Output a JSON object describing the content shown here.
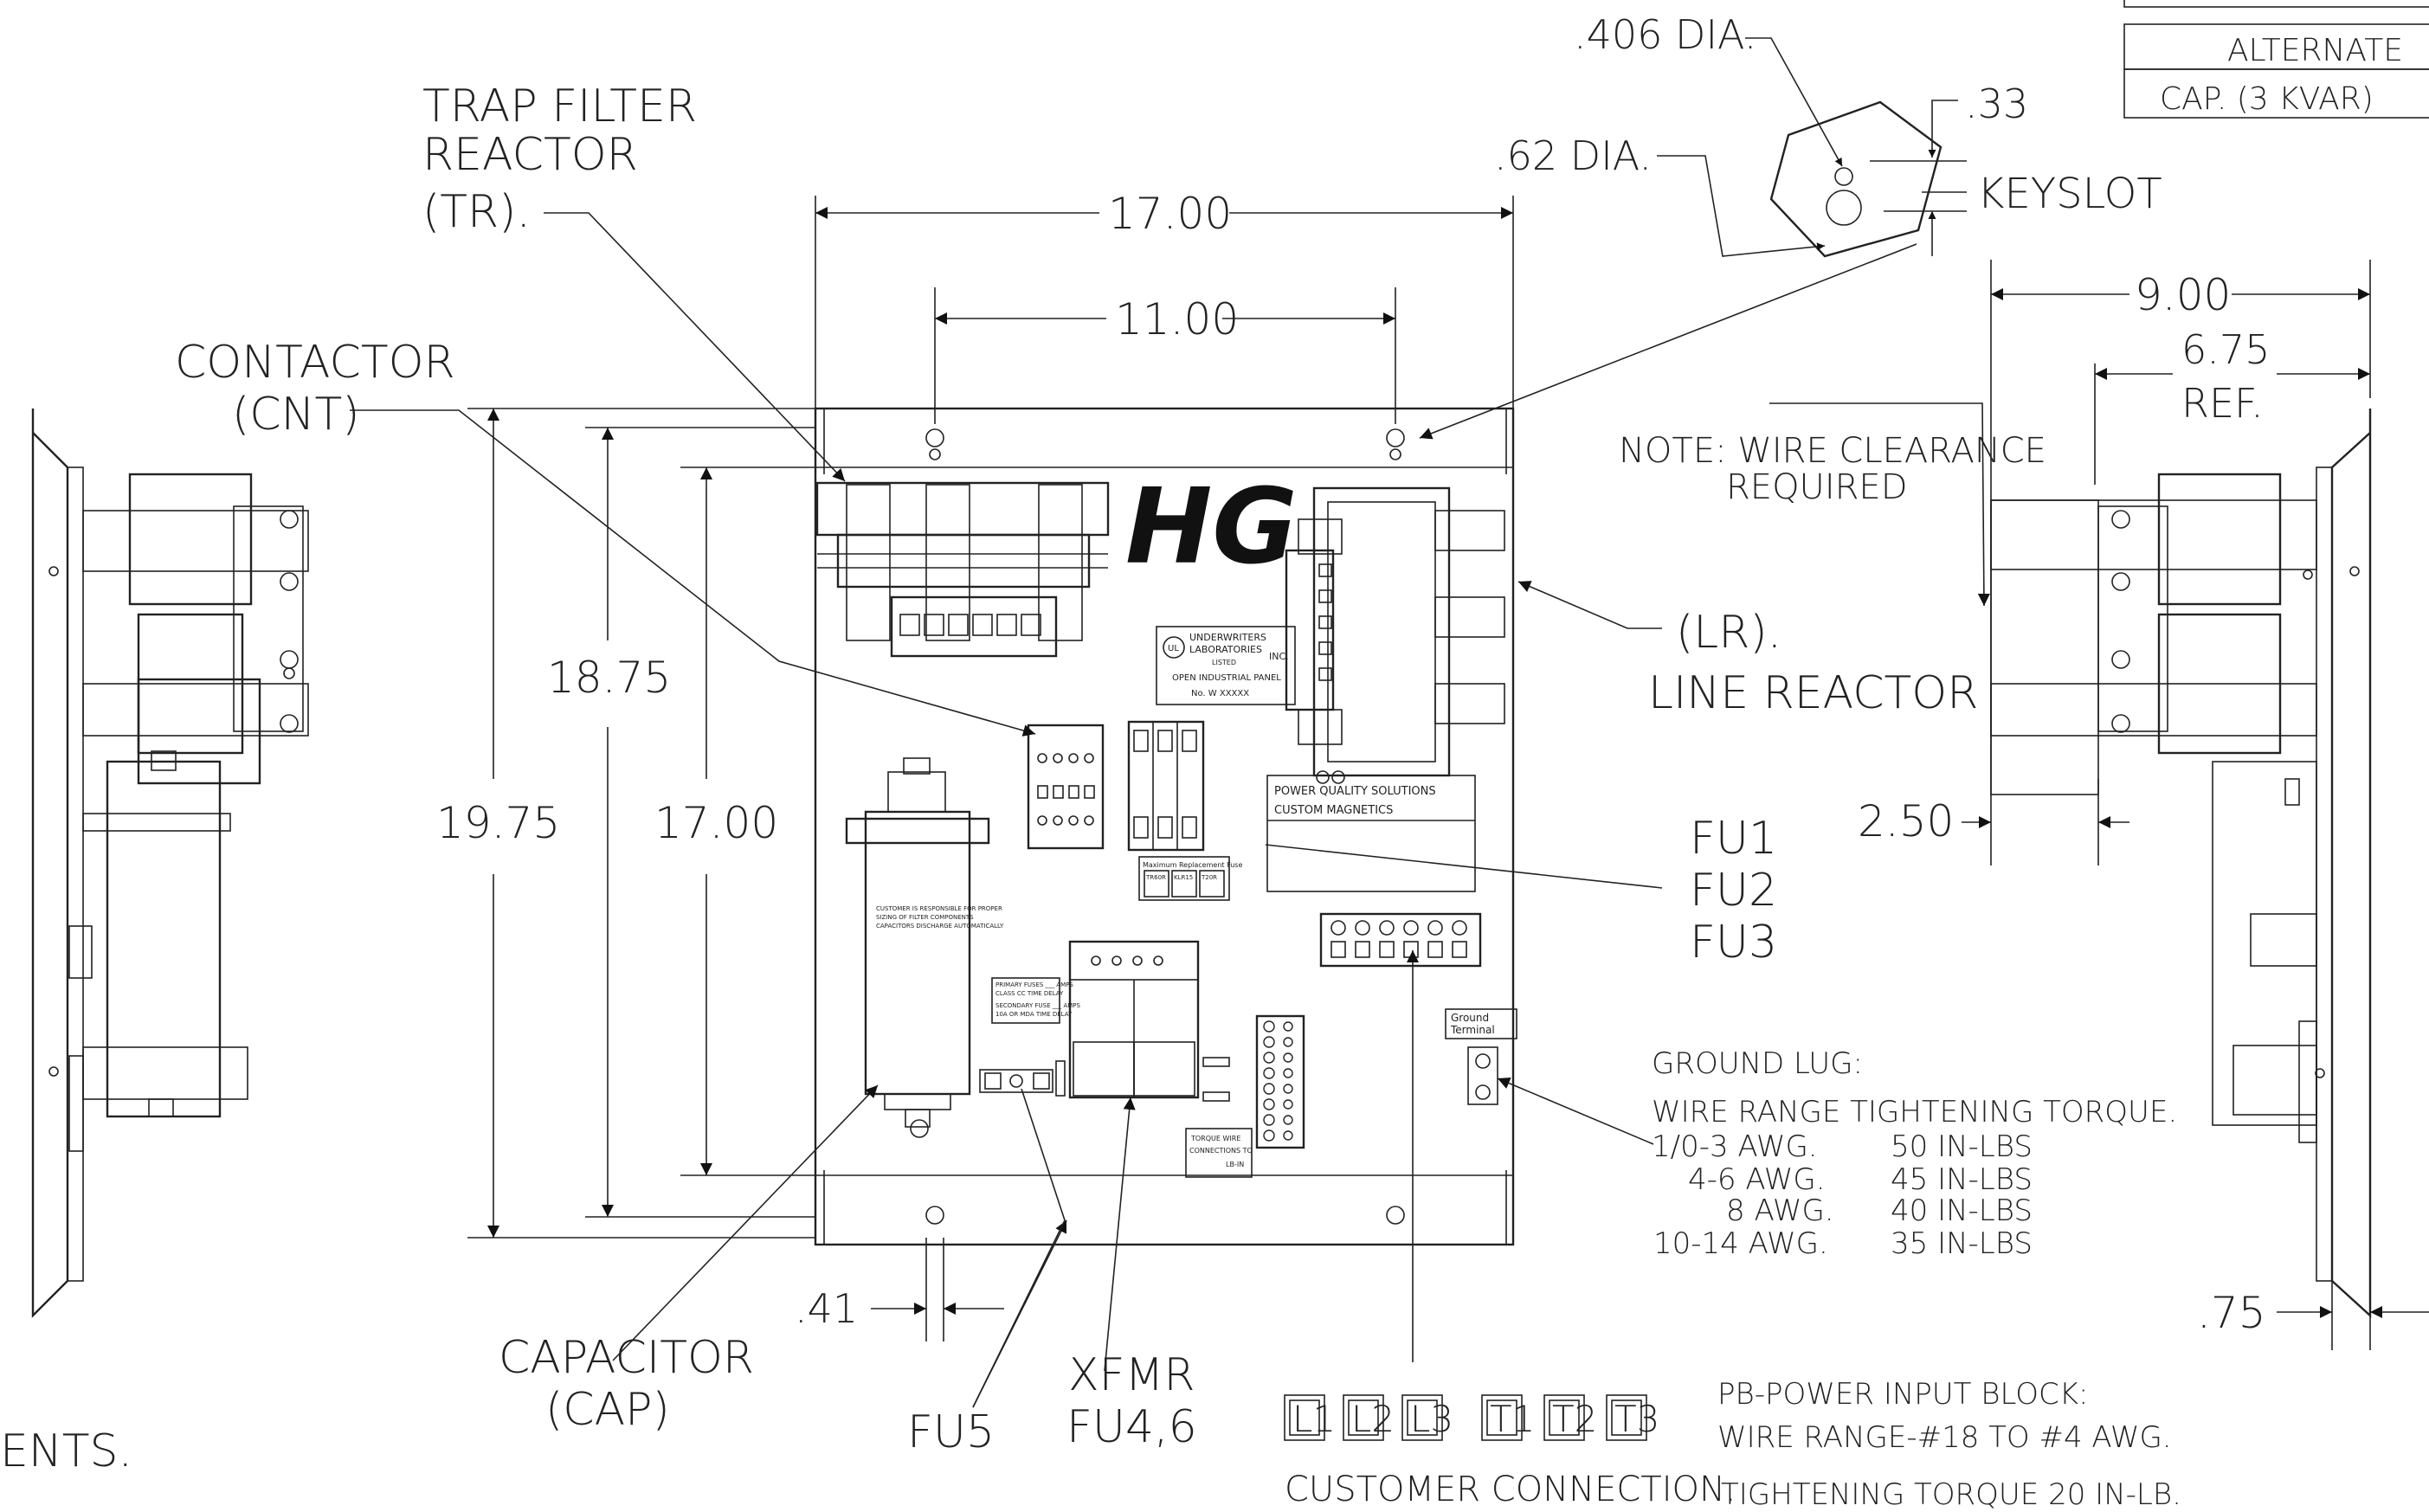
{
  "title_block": {
    "alternate": "ALTERNATE",
    "cap": "CAP. (3 KVAR)"
  },
  "labels": {
    "trap_filter": [
      "TRAP FILTER",
      "REACTOR",
      "(TR)."
    ],
    "contactor": [
      "CONTACTOR",
      "(CNT)"
    ],
    "line_reactor": [
      "(LR).",
      "LINE REACTOR"
    ],
    "fuses": [
      "FU1",
      "FU2",
      "FU3"
    ],
    "capacitor": [
      "CAPACITOR",
      "(CAP)"
    ],
    "fu5": "FU5",
    "xfmr": [
      "XFMR",
      "FU4,6"
    ],
    "customer_connection": "CUSTOMER CONNECTION.",
    "terminals": [
      "L1",
      "L2",
      "L3",
      "T1",
      "T2",
      "T3"
    ],
    "partial_text": "ENTS.",
    "keyslot": "KEYSLOT",
    "wire_note": [
      "NOTE: WIRE CLEARANCE",
      "REQUIRED"
    ]
  },
  "dimensions": {
    "d406": ".406 DIA.",
    "d62": ".62 DIA.",
    "d33": ".33",
    "w17": "17.00",
    "w11": "11.00",
    "h1875": "18.75",
    "h1975": "19.75",
    "h17": "17.00",
    "d041": ".41",
    "side_9": "9.00",
    "side_675": "6.75",
    "ref": "REF.",
    "side_250": "2.50",
    "side_075": ".75"
  },
  "ground_lug": {
    "title": "GROUND LUG:",
    "header": "WIRE RANGE  TIGHTENING TORQUE.",
    "rows": [
      {
        "range": "1/0-3 AWG.",
        "torque": "50 IN-LBS"
      },
      {
        "range": "4-6 AWG.",
        "torque": "45 IN-LBS"
      },
      {
        "range": "8 AWG.",
        "torque": "40 IN-LBS"
      },
      {
        "range": "10-14 AWG.",
        "torque": "35 IN-LBS"
      }
    ]
  },
  "power_block": {
    "title": "PB-POWER INPUT BLOCK:",
    "range": "WIRE RANGE-#18 TO #4 AWG.",
    "torque": "TIGHTENING TORQUE 20 IN-LB."
  },
  "panel_text": {
    "logo": "HG",
    "ul": [
      "UNDERWRITERS",
      "LABORATORIES",
      "INC.",
      "LISTED",
      "OPEN INDUSTRIAL PANEL",
      "No. W XXXXX"
    ],
    "ul_mark": "UL",
    "pqs": [
      "POWER QUALITY SOLUTIONS",
      "CUSTOM MAGNETICS"
    ],
    "ground_terminal": [
      "Ground",
      "Terminal"
    ],
    "fuse_label": [
      "Maximum Replacement Fuse",
      "TR60R",
      "KLR15",
      "T20R"
    ],
    "xfmr_fuse": [
      "PRIMARY FUSES ___ AMPS",
      "CLASS CC TIME DELAY",
      "SECONDARY FUSE ___ AMPS",
      "10A OR MDA TIME DELAY"
    ],
    "cap_warning": [
      "CUSTOMER IS RESPONSIBLE FOR PROPER",
      "SIZING OF FILTER COMPONENTS",
      "CAPACITORS DISCHARGE AUTOMATICALLY"
    ],
    "torque_wire": [
      "TORQUE WIRE",
      "CONNECTIONS TO",
      "LB-IN"
    ],
    "primary": "PRIMARY"
  }
}
